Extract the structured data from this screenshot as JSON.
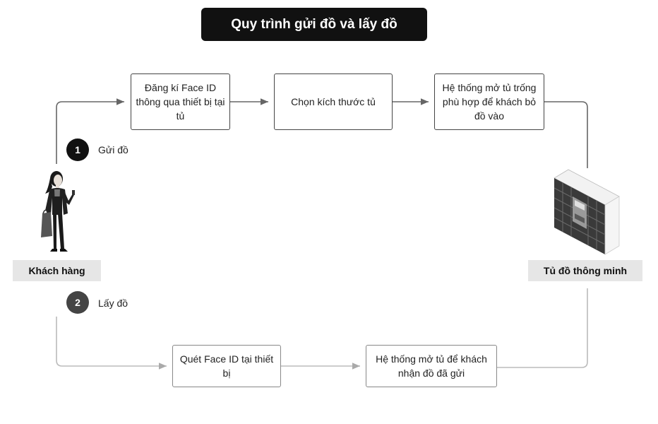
{
  "title": "Quy trình gửi đồ và lấy đồ",
  "actors": {
    "customer": "Khách hàng",
    "locker": "Tủ đồ thông minh"
  },
  "steps": [
    {
      "number": "1",
      "label": "Gửi đồ"
    },
    {
      "number": "2",
      "label": "Lấy đồ"
    }
  ],
  "send_flow": [
    "Đăng kí Face ID thông qua thiết bị tại tủ",
    "Chọn kích thước tủ",
    "Hệ thống mở tủ trống phù hợp để khách bỏ đồ vào"
  ],
  "pickup_flow": [
    "Quét Face ID tại thiết bị",
    "Hệ thống mở tủ để khách nhận đồ đã gửi"
  ],
  "colors": {
    "title_bg": "#111111",
    "step1": "#111111",
    "step2": "#444444",
    "send_line": "#666666",
    "pickup_line": "#bbbbbb"
  }
}
